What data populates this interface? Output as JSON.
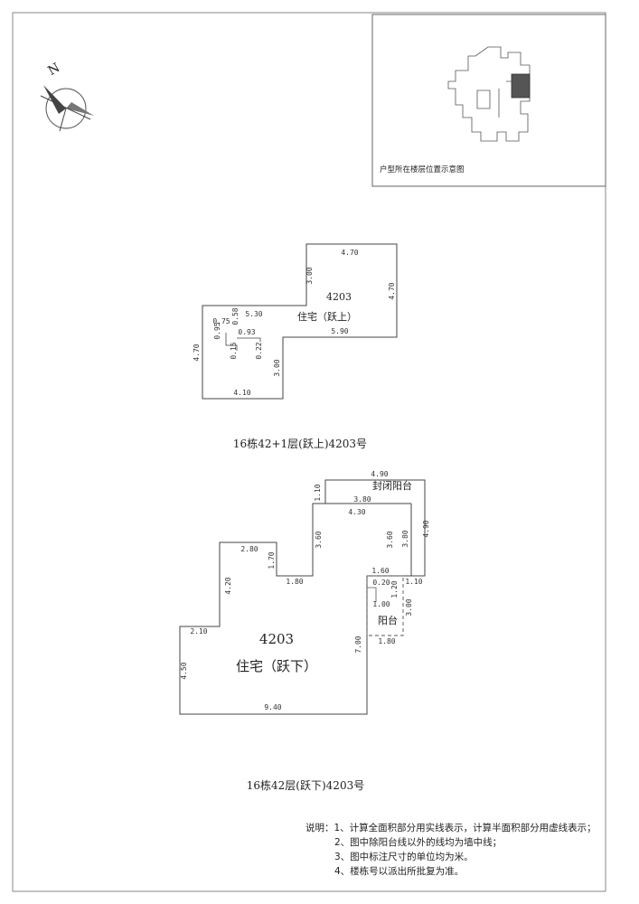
{
  "location_caption": "户型所在楼层位置示意图",
  "compass_letter": "N",
  "upper": {
    "unit_number": "4203",
    "unit_type": "住宅（跃上）",
    "title": "16栋42+1层(跃上)4203号",
    "dims": {
      "top": "4.70",
      "right": "4.70",
      "step_left": "3.00",
      "mid_bottom": "5.90",
      "mid_top": "5.30",
      "left": "4.70",
      "bottom": "4.10",
      "notch_right": "3.00",
      "c1": "0.75",
      "c2": "0.58",
      "c3": "0.95",
      "c4": "0.93",
      "c5": "0.15",
      "c6": "0.22"
    }
  },
  "lower": {
    "unit_number": "4203",
    "unit_type": "住宅（跃下）",
    "enclosed_balcony": "封闭阳台",
    "balcony": "阳台",
    "title": "16栋42层(跃下)4203号",
    "dims": {
      "eb_top": "4.90",
      "eb_inner": "3.80",
      "eb_left": "1.10",
      "eb_right": "4.90",
      "eb_right_inner": "3.80",
      "top_mid": "4.30",
      "top_mid_left": "3.60",
      "top_mid_right": "3.60",
      "upper_left_top": "2.80",
      "step_v": "1.70",
      "step_h": "1.80",
      "left_upper": "4.20",
      "left_shelf": "2.10",
      "left_lower": "4.50",
      "bottom": "9.40",
      "right": "7.00",
      "b_top": "1.60",
      "b_right_top": "1.10",
      "b_c1": "0.20",
      "b_c2": "1.20",
      "b_c3": "1.00",
      "b_right": "3.00",
      "b_bottom": "1.80"
    }
  },
  "notes": [
    "说明：1、计算全面积部分用实线表示，计算半面积部分用虚线表示；",
    "2、图中除阳台线以外的线均为墙中线；",
    "3、图中标注尺寸的单位均为米。",
    "4、楼栋号以派出所批复为准。"
  ]
}
